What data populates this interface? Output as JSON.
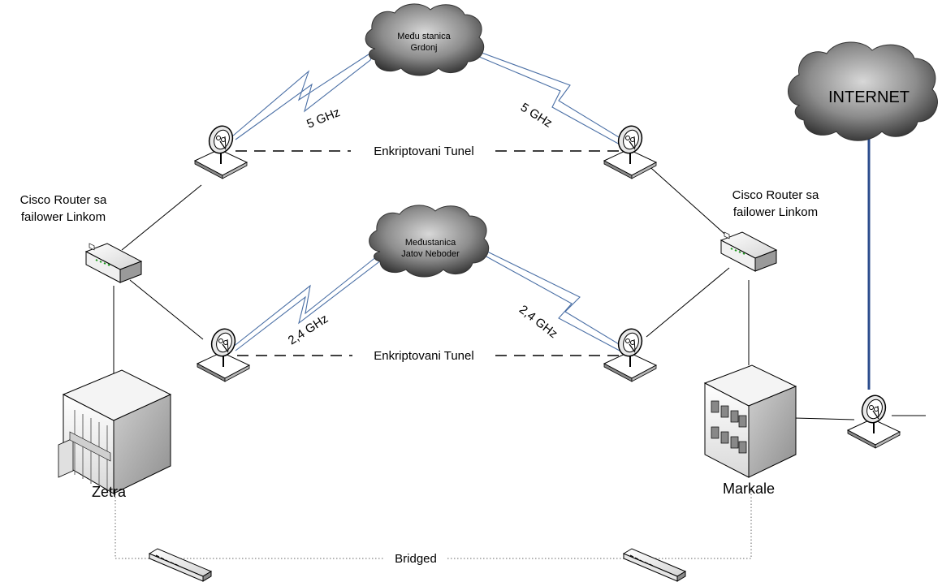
{
  "clouds": {
    "grdonj_line1": "Među stanica",
    "grdonj_line2": "Grdonj",
    "jatov_line1": "Međustanica",
    "jatov_line2": "Jatov Neboder",
    "internet": "INTERNET"
  },
  "links": {
    "top_left_freq": "5 GHz",
    "top_right_freq": "5 GHz",
    "bottom_left_freq": "2,4 GHz",
    "bottom_right_freq": "2,4 GHz",
    "tunnel_top": "Enkriptovani Tunel",
    "tunnel_bottom": "Enkriptovani Tunel",
    "bridged": "Bridged"
  },
  "routers": {
    "left_line1": "Cisco Router sa",
    "left_line2": "failower Linkom",
    "right_line1": "Cisco Router sa",
    "right_line2": "failower Linkom"
  },
  "sites": {
    "left": "Zetra",
    "right": "Markale"
  },
  "colors": {
    "wireless_link": "#4a6fa5",
    "internet_link": "#2b4c8c"
  }
}
